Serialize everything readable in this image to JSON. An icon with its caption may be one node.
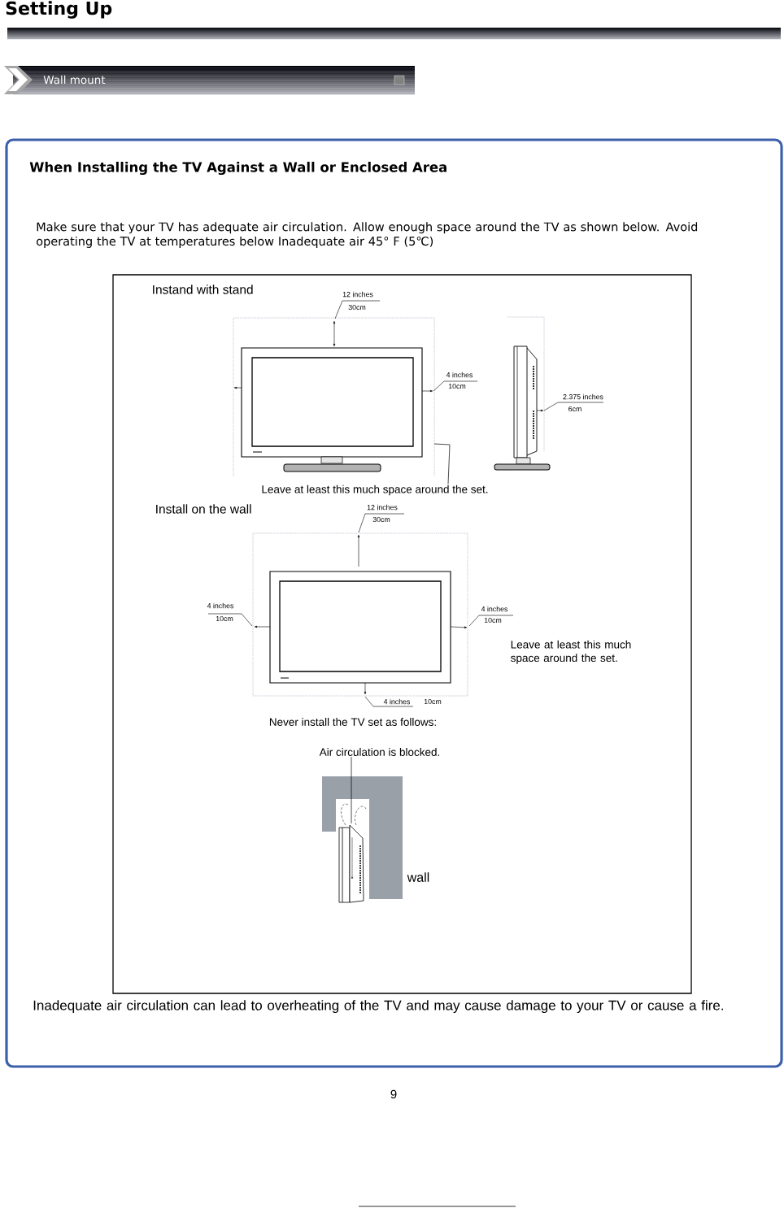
{
  "diagram": {
    "title": "Setting Up",
    "nodes": [
      {
        "text": [
          "Wall mount"
        ]
      },
      {
        "text": [
          "When Installing the TV Against a Wall or Enclosed Area",
          "Make sure that your TV has adequate air circulation. Allow enough space around the TV as shown below. Avoid operating the TV at temperatures below Inadequate air 45° F (5℃)",
          "Inadequate air circulation can lead to overheating of the TV and may cause damage to your TV or cause a fire."
        ]
      },
      {
        "text": [],
        "shape": "box",
        "in": 1
      },
      {
        "text": [
          "Leave at least this much space around the set."
        ],
        "in": 2
      },
      {
        "text": [
          "Air circulation is blocked."
        ],
        "in": 2
      },
      {
        "text": [],
        "shape": "picture",
        "in": 2
      }
    ],
    "edges": [
      {
        "from": 3,
        "to": null,
        "arrow": "none"
      },
      {
        "from": 4,
        "to": 5,
        "arrow": "none"
      }
    ],
    "labels": [
      "Instand with stand",
      "12 inches",
      "30cm",
      "4 inches",
      "10cm",
      "2.375 inches",
      "6cm",
      "Install on the wall",
      "12 inches",
      "30cm",
      "4 inches",
      "10cm",
      "4 inches",
      "10cm",
      "Leave at least this much space around the set.",
      "4 inches",
      "10cm",
      "Never install the TV set as follows:",
      "wall",
      "9"
    ]
  }
}
